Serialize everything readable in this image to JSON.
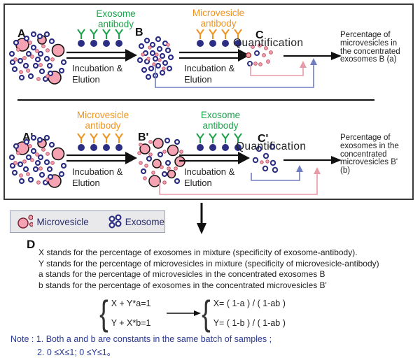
{
  "colors": {
    "exosome_green": "#1fa24c",
    "microvesicle_orange": "#f0941f",
    "antibody_navy": "#2b2e83",
    "microvesicle_pink": "#f5a3b3",
    "bracket_pink": "#e89aa6",
    "bracket_blue": "#707dc0",
    "note_blue": "#2b3a94",
    "legend_bg": "#e9e9eb"
  },
  "panel": {
    "row1": {
      "stage_a": "A",
      "stage_b": "B",
      "stage_c": "C",
      "antibody_left": "Exosome\nantibody",
      "antibody_right": "Microvesicle\nantibody",
      "incubation_left": "Incubation &\nElution",
      "incubation_right": "Incubation &\nElution",
      "quantification": "Quantification",
      "result": "Percentage of\nmicrovesicles in\nthe concentrated\nexosomes B (a)"
    },
    "row2": {
      "stage_a": "A'",
      "stage_b": "B'",
      "stage_c": "C'",
      "antibody_left": "Microvesicle\nantibody",
      "antibody_right": "Exosome\nantibody",
      "incubation_left": "Incubation &\nElution",
      "incubation_right": "Incubation &\nElution",
      "quantification": "Quantification",
      "result": "Percentage of\nexosomes in the\nconcentrated\nmicrovesicles B'\n(b)"
    }
  },
  "legend": {
    "microvesicle_label": "Microvesicle",
    "exosome_label": "Exosome"
  },
  "section_d": {
    "label": "D",
    "lines": [
      "X stands for the percentage of exosomes in mixture (specificity of exosome-antibody).",
      "Y stands for the percentage of microvesicles in mixture (specificity of microvesicle-antibody)",
      "a stands for the percentage of microvesicles in the concentrated exosomes B",
      "b stands for the percentage of exosomes in the concentrated microvesicles B'"
    ],
    "equations_left": [
      "X + Y*a=1",
      "Y + X*b=1"
    ],
    "equations_right": [
      "X= ( 1-a ) / ( 1-ab )",
      "Y= ( 1-b ) / ( 1-ab )"
    ]
  },
  "note": {
    "line1": "Note : 1. Both a and b are constants in the same batch of samples ;",
    "line2": "2.  0 ≤X≤1; 0 ≤Y≤1。"
  }
}
